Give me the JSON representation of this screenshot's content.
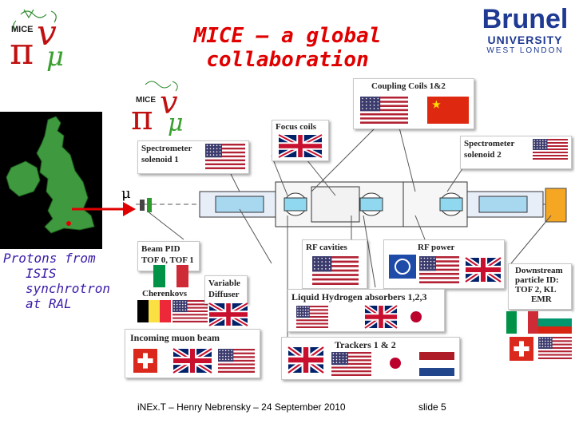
{
  "slide": {
    "title": "MICE – a global collaboration",
    "logo_text": "MICE",
    "university": {
      "name": "Brunel",
      "line2": "UNIVERSITY",
      "line3": "WEST LONDON"
    },
    "muon_symbol": "μ",
    "protons_lines": [
      "Protons from",
      "ISIS",
      "synchrotron",
      "at RAL"
    ],
    "labels": {
      "coupling_coils": "Coupling Coils 1&2",
      "focus_coils": "Focus coils",
      "spectrometer_1": [
        "Spectrometer",
        "solenoid 1"
      ],
      "spectrometer_2": [
        "Spectrometer",
        "solenoid 2"
      ],
      "beam_pid": [
        "Beam PID",
        "TOF 0, TOF 1"
      ],
      "cherenkovs": "Cherenkovs",
      "variable_diffuser": [
        "Variable",
        "Diffuser"
      ],
      "incoming_muon_beam": "Incoming muon beam",
      "rf_cavities": "RF cavities",
      "rf_power": "RF power",
      "lh2_absorbers": "Liquid Hydrogen absorbers 1,2,3",
      "trackers": "Trackers 1 & 2",
      "downstream_pid": [
        "Downstream",
        "particle ID:",
        "TOF 2, KL",
        "EMR"
      ]
    },
    "footer": {
      "event": "iNEx.T – Henry Nebrensky – 24 September 2010",
      "slide_number": "slide 5"
    },
    "colors": {
      "title": "#e00000",
      "brunel": "#1f3a93",
      "protons": "#3a1aa8",
      "arrow": "#e00000"
    }
  }
}
